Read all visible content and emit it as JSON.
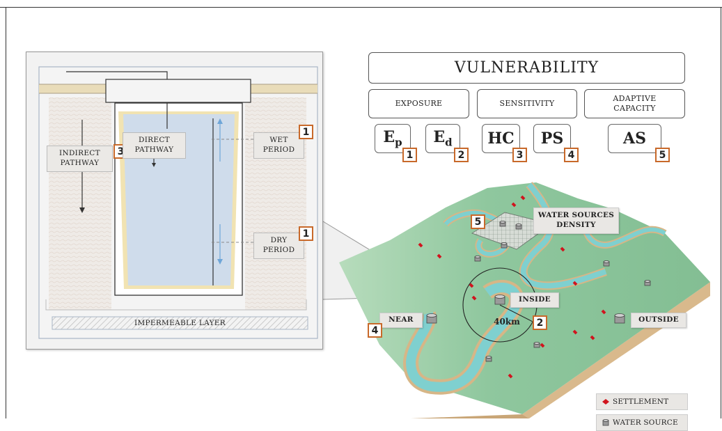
{
  "framework": {
    "title": "VULNERABILITY",
    "exposure": "EXPOSURE",
    "sensitivity": "SENSITIVITY",
    "adaptive_capacity_line1": "ADAPTIVE",
    "adaptive_capacity_line2": "CAPACITY",
    "components": {
      "ep_main": "E",
      "ep_sub": "p",
      "ep_num": "1",
      "ed_main": "E",
      "ed_sub": "d",
      "ed_num": "2",
      "hc": "HC",
      "hc_num": "3",
      "ps": "PS",
      "ps_num": "4",
      "as": "AS",
      "as_num": "5"
    }
  },
  "well_diagram": {
    "indirect_line1": "INDIRECT",
    "indirect_line2": "PATHWAY",
    "indirect_num": "3",
    "direct_line1": "DIRECT",
    "direct_line2": "PATHWAY",
    "wet_line1": "WET",
    "wet_line2": "PERIOD",
    "wet_num": "1",
    "dry_line1": "DRY",
    "dry_line2": "PERIOD",
    "dry_num": "1",
    "impermeable": "IMPERMEABLE LAYER"
  },
  "map": {
    "water_sources_line1": "WATER SOURCES",
    "water_sources_line2": "DENSITY",
    "water_sources_num": "5",
    "inside": "INSIDE",
    "radius": "40km",
    "radius_num": "2",
    "near": "NEAR",
    "near_num": "4",
    "outside": "OUTSIDE"
  },
  "legend": {
    "settlement": "SETTLEMENT",
    "water_source": "WATER SOURCE"
  },
  "colors": {
    "badge_border": "#c8692a",
    "settlement": "#d0141e",
    "land": "#8fc79e",
    "river": "#7fd0cf",
    "aquifer": "#cfdceb"
  }
}
